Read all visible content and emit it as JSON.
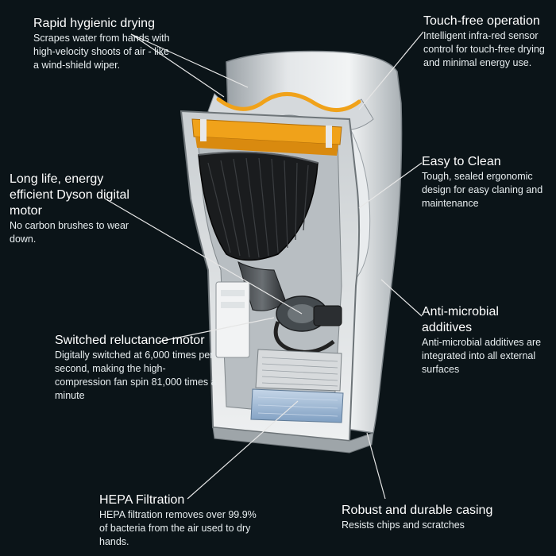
{
  "callouts": [
    {
      "title": "Rapid hygienic drying",
      "description": "Scrapes water from hands with high-velocity shoots of air - like a wind-shield wiper."
    },
    {
      "title": "Touch-free operation",
      "description": "Intelligent infra-red sensor control for touch-free drying and minimal energy use."
    },
    {
      "title": "Long life, energy efficient Dyson digital motor",
      "description": "No carbon brushes to wear down."
    },
    {
      "title": "Easy to Clean",
      "description": "Tough, sealed ergonomic design for easy claning and maintenance"
    },
    {
      "title": "Switched reluctance motor",
      "description": "Digitally switched at 6,000 times per second, making the high-compression fan spin 81,000 times a minute"
    },
    {
      "title": "Anti-microbial additives",
      "description": "Anti-microbial additives are integrated into all external surfaces"
    },
    {
      "title": "HEPA Filtration",
      "description": "HEPA filtration removes over 99.9% of bacteria from the air used to dry hands."
    },
    {
      "title": "Robust and durable casing",
      "description": "Resists chips and scratches"
    }
  ],
  "colors": {
    "background": "#0b1418",
    "casing": "#d9dcde",
    "accent_orange": "#f0a21a",
    "filter_blue": "#a9c2dc",
    "leader_line": "#e6e6e6"
  }
}
